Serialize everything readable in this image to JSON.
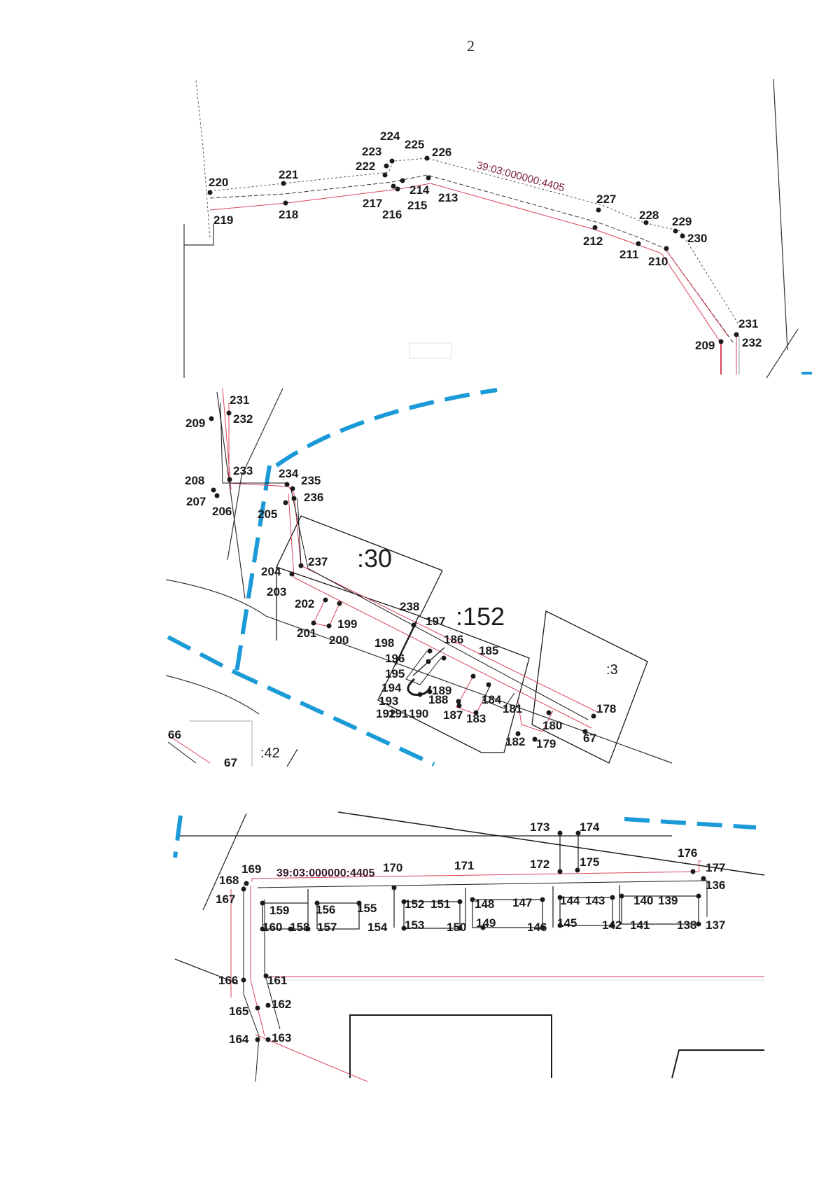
{
  "page_number": "2",
  "colors": {
    "line": "#1a1a1a",
    "boundary": "#d9445a",
    "zone": "#1a9ad6",
    "point": "#1a1a1a",
    "cadastral": "#7a1e3a"
  },
  "panel1": {
    "cadastral_number": "39:03:000000:4405",
    "points": [
      "209",
      "210",
      "211",
      "212",
      "213",
      "214",
      "215",
      "216",
      "217",
      "218",
      "219",
      "220",
      "221",
      "222",
      "223",
      "224",
      "225",
      "226",
      "227",
      "228",
      "229",
      "230",
      "231",
      "232"
    ]
  },
  "panel2": {
    "parcels": {
      "p30": ":30",
      "p152": ":152",
      "p3": ":3",
      "p42": ":42"
    },
    "points": [
      "66",
      "67",
      "178",
      "179",
      "180",
      "181",
      "182",
      "183",
      "184",
      "185",
      "186",
      "187",
      "188",
      "189",
      "190",
      "191",
      "192",
      "193",
      "194",
      "195",
      "196",
      "197",
      "198",
      "199",
      "200",
      "201",
      "202",
      "203",
      "204",
      "205",
      "206",
      "207",
      "208",
      "209",
      "231",
      "232",
      "233",
      "234",
      "235",
      "236",
      "237",
      "238"
    ]
  },
  "panel3": {
    "cadastral_number": "39:03:000000:4405",
    "points": [
      "136",
      "137",
      "138",
      "139",
      "140",
      "141",
      "142",
      "143",
      "144",
      "145",
      "146",
      "147",
      "148",
      "149",
      "150",
      "151",
      "152",
      "153",
      "154",
      "155",
      "156",
      "157",
      "158",
      "159",
      "160",
      "161",
      "162",
      "163",
      "164",
      "165",
      "166",
      "167",
      "168",
      "169",
      "170",
      "171",
      "172",
      "173",
      "174",
      "175",
      "176",
      "177"
    ]
  }
}
